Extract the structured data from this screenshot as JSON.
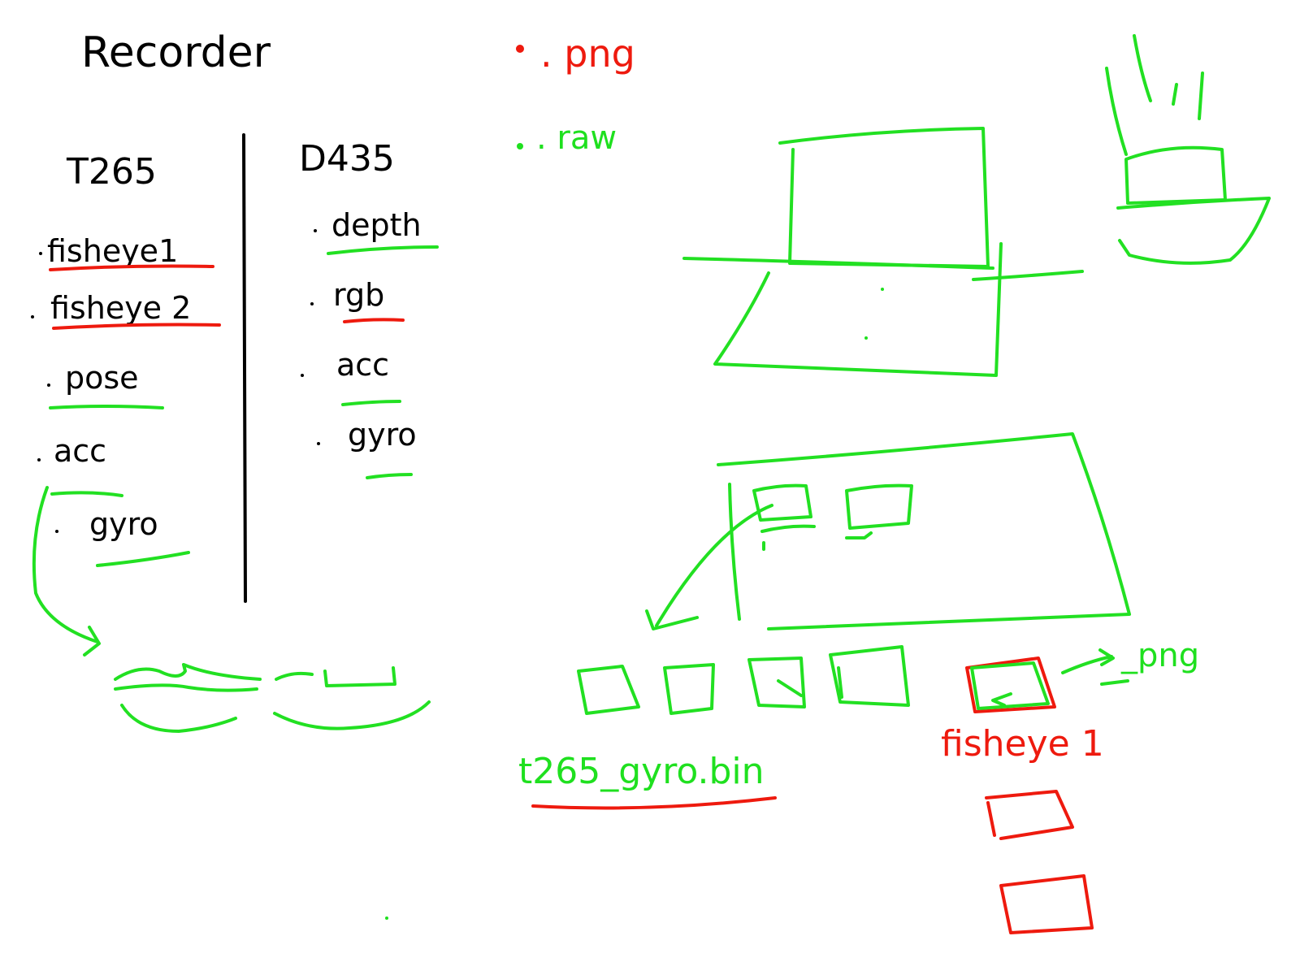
{
  "title": "Recorder",
  "formats": [
    {
      "label": ". png",
      "color": "#ee1a0e"
    },
    {
      "label": ". raw",
      "color": "#1fe01f"
    }
  ],
  "left_column": {
    "heading": "T265",
    "items": [
      {
        "label": "fisheye1",
        "underline": "#ee1a0e"
      },
      {
        "label": "fisheye 2",
        "underline": "#ee1a0e"
      },
      {
        "label": "pose",
        "underline": "#22e022"
      },
      {
        "label": "acc",
        "underline": "#22e022"
      },
      {
        "label": "gyro",
        "underline": "#22e022"
      }
    ]
  },
  "right_column": {
    "heading": "D435",
    "items": [
      {
        "label": "depth",
        "underline": "#22e022"
      },
      {
        "label": "rgb",
        "underline": "#ee1a0e"
      },
      {
        "label": "acc",
        "underline": "#22e022"
      },
      {
        "label": "gyro",
        "underline": "#22e022"
      }
    ]
  },
  "file_labels": {
    "gyro_bin": "t265_gyro.bin",
    "fisheye_frame": "fisheye 1",
    "png_out": "_png"
  },
  "colors": {
    "ink": "#000000",
    "green": "#22e022",
    "red": "#ee1a0e",
    "background": "#ffffff"
  }
}
